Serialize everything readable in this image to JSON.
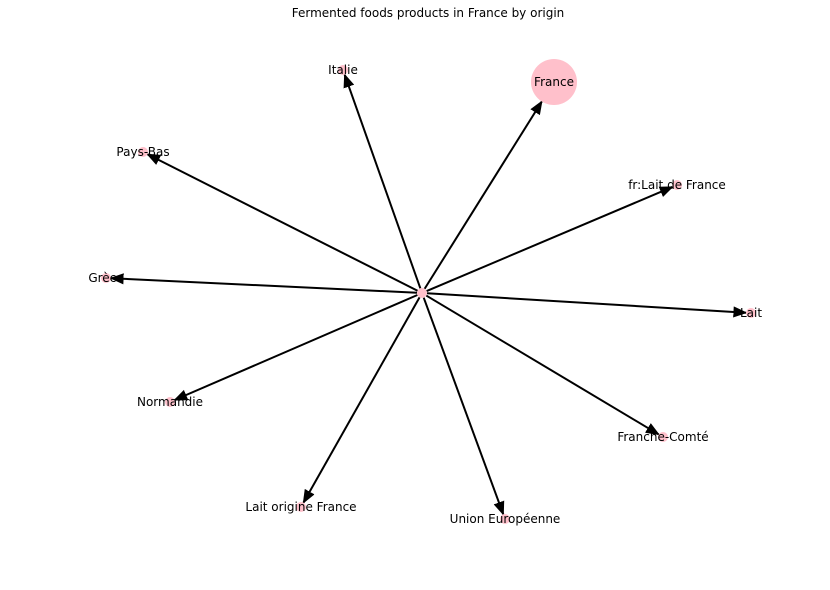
{
  "title": "Fermented foods products in France by origin",
  "colors": {
    "node": "#ffc0cb",
    "edge": "#000000",
    "background": "#ffffff"
  },
  "graph": {
    "center": {
      "id": "center",
      "label": "",
      "size": 1
    },
    "nodes": [
      {
        "id": "italie",
        "label": "Italie",
        "size": 1
      },
      {
        "id": "france",
        "label": "France",
        "size": 20
      },
      {
        "id": "pays-bas",
        "label": "Pays-Bas",
        "size": 1
      },
      {
        "id": "lait-de-france",
        "label": "fr:Lait de France",
        "size": 1
      },
      {
        "id": "grece",
        "label": "Grèce",
        "size": 1
      },
      {
        "id": "lait",
        "label": "Lait",
        "size": 1
      },
      {
        "id": "normandie",
        "label": "Normandie",
        "size": 1
      },
      {
        "id": "franche-comte",
        "label": "Franche-Comté",
        "size": 1
      },
      {
        "id": "lait-origine-france",
        "label": "Lait origine France",
        "size": 1
      },
      {
        "id": "union-europeenne",
        "label": "Union Européenne",
        "size": 1
      }
    ],
    "edges": [
      {
        "from": "center",
        "to": "italie"
      },
      {
        "from": "center",
        "to": "france"
      },
      {
        "from": "center",
        "to": "pays-bas"
      },
      {
        "from": "center",
        "to": "lait-de-france"
      },
      {
        "from": "center",
        "to": "grece"
      },
      {
        "from": "center",
        "to": "lait"
      },
      {
        "from": "center",
        "to": "normandie"
      },
      {
        "from": "center",
        "to": "franche-comte"
      },
      {
        "from": "center",
        "to": "lait-origine-france"
      },
      {
        "from": "center",
        "to": "union-europeenne"
      }
    ]
  }
}
